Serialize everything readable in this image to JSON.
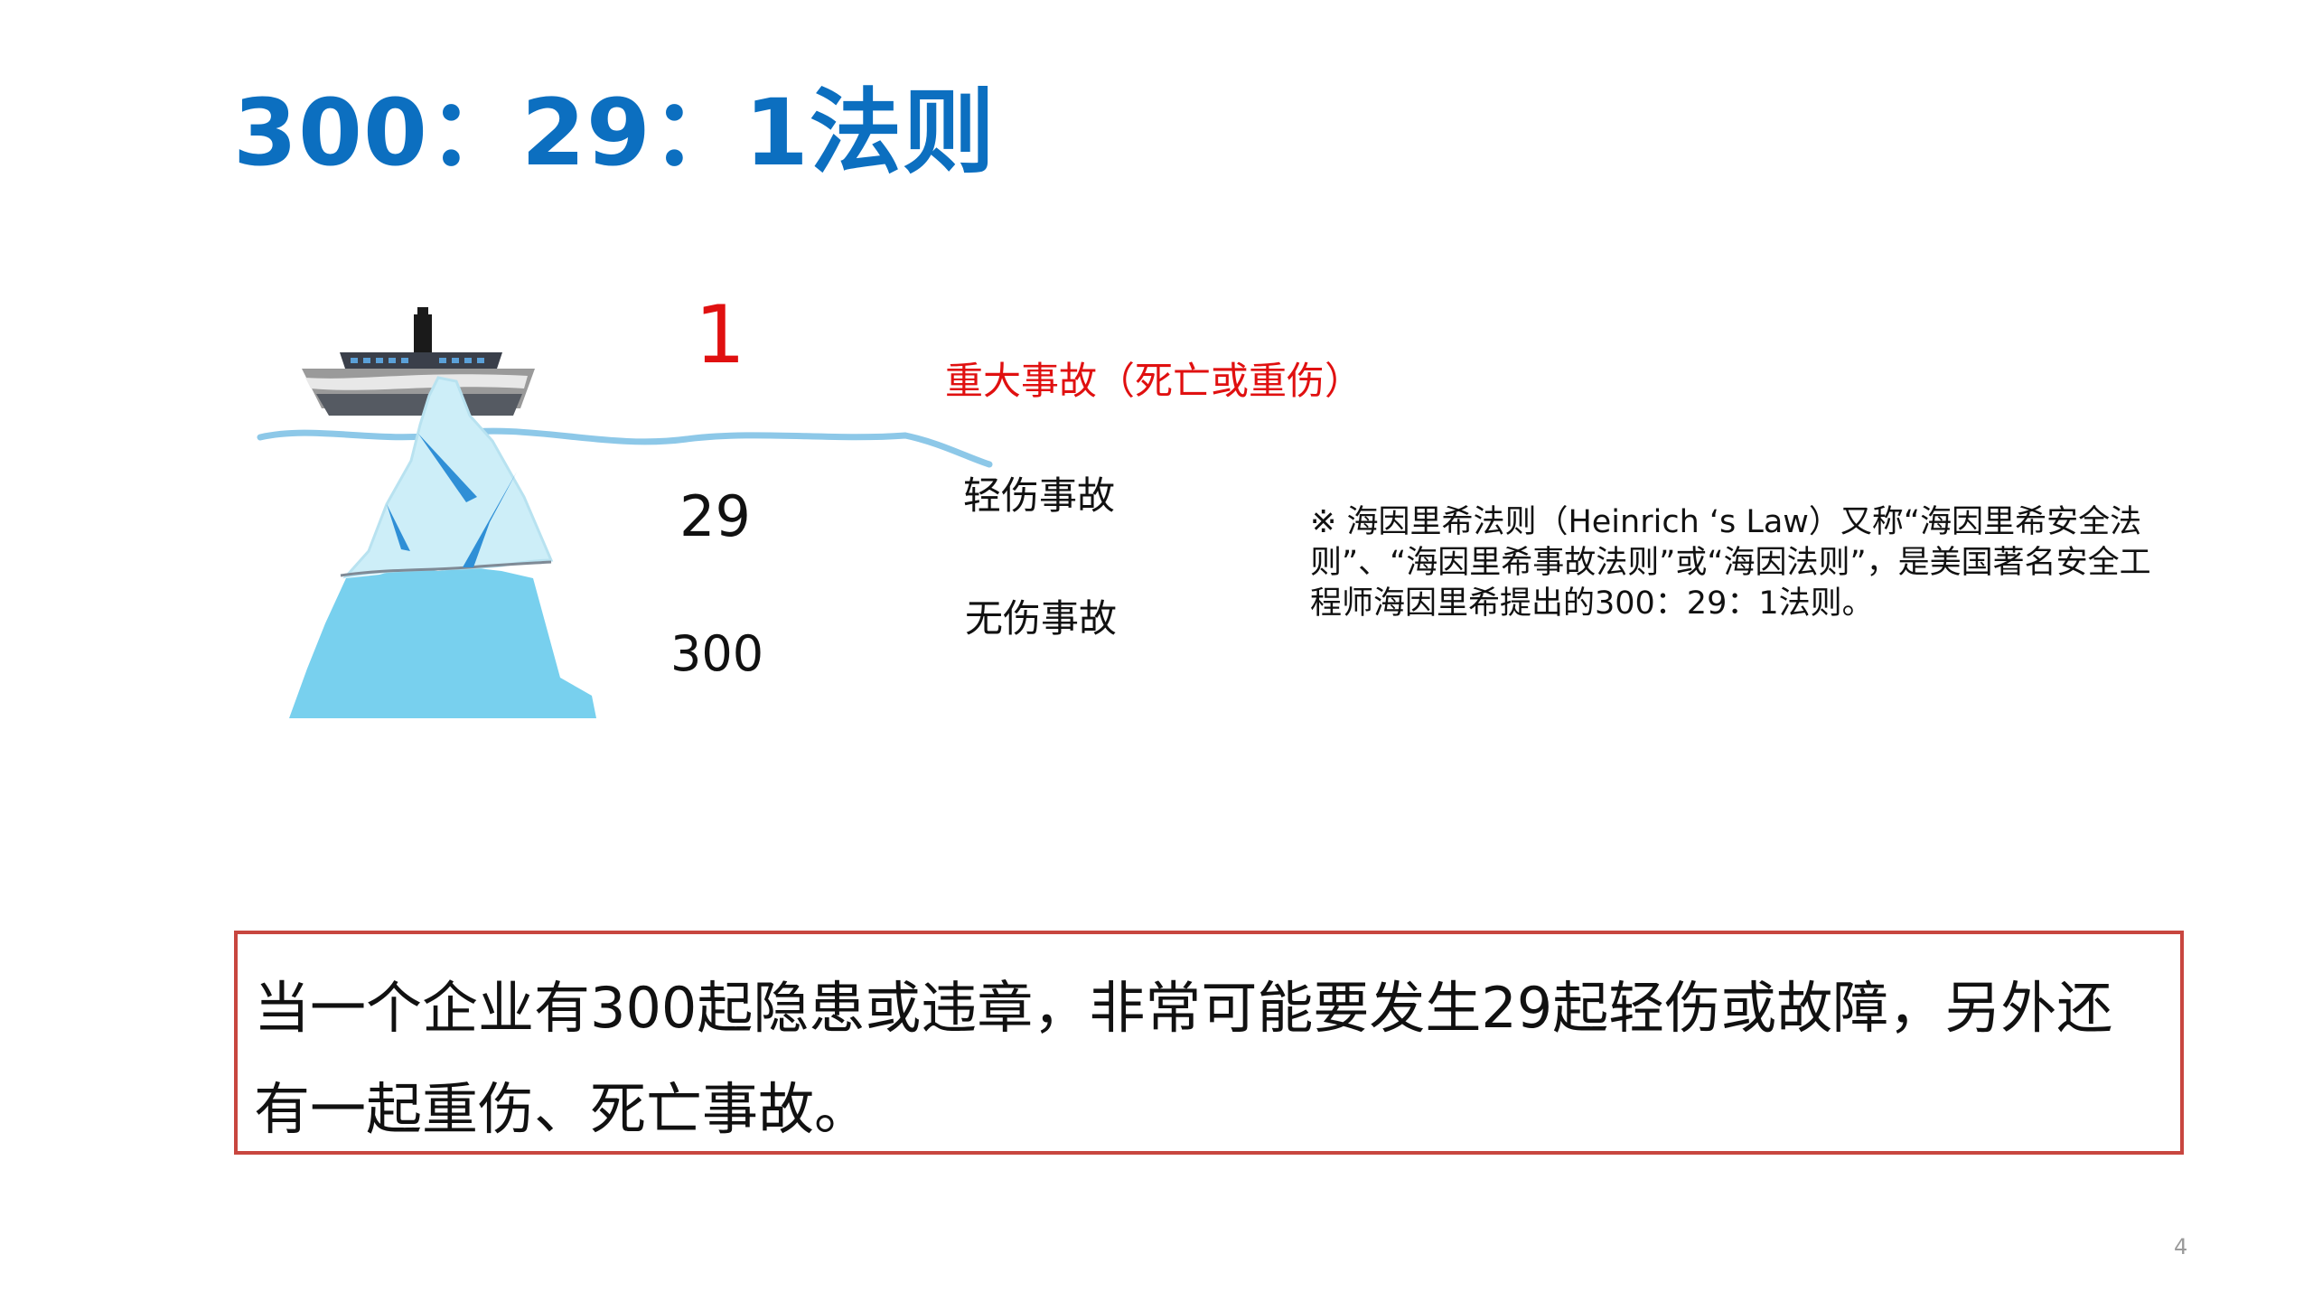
{
  "slide": {
    "title": "300：29：1法则",
    "page_number": "4"
  },
  "iceberg": {
    "tiers": [
      {
        "count": "1",
        "label": "重大事故（死亡或重伤）"
      },
      {
        "count": "29",
        "label": "轻伤事故"
      },
      {
        "count": "300",
        "label": "无伤事故"
      }
    ]
  },
  "note": "※ 海因里希法则（Heinrich ‘s Law）又称“海因里希安全法则”、“海因里希事故法则”或“海因法则”，是美国著名安全工程师海因里希提出的300：29：1法则。",
  "summary": "当一个企业有300起隐患或违章，非常可能要发生29起轻伤或故障，另外还有一起重伤、死亡事故。",
  "colors": {
    "title": "#0c6fc0",
    "major_accident": "#e01010",
    "box_border": "#c8463f",
    "water": "#8dc8e8",
    "iceberg_light": "#cdeef8",
    "iceberg_base": "#78d0ee"
  }
}
